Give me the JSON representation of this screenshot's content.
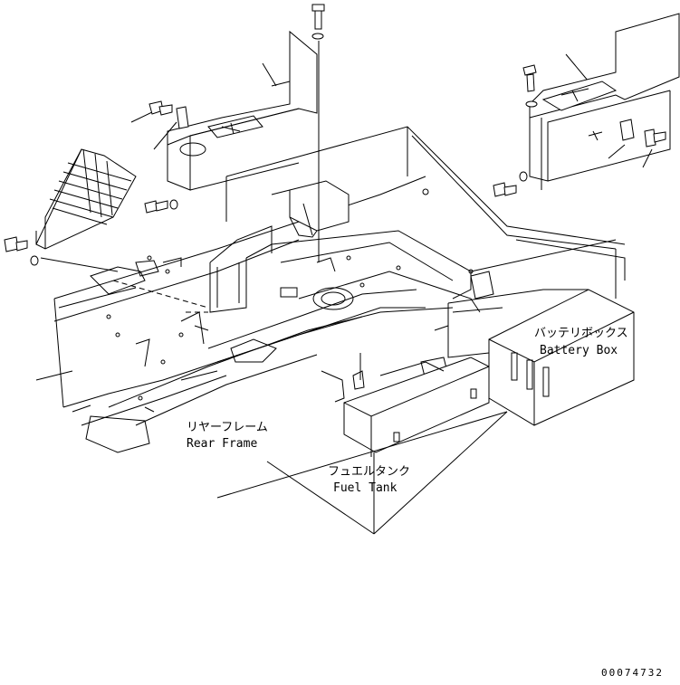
{
  "labels": {
    "battery_box_jp": "バッテリボックス",
    "battery_box_en": "Battery Box",
    "rear_frame_jp": "リヤーフレーム",
    "rear_frame_en": "Rear Frame",
    "fuel_tank_jp": "フュエルタンク",
    "fuel_tank_en": "Fuel Tank"
  },
  "document_number": "00074732"
}
